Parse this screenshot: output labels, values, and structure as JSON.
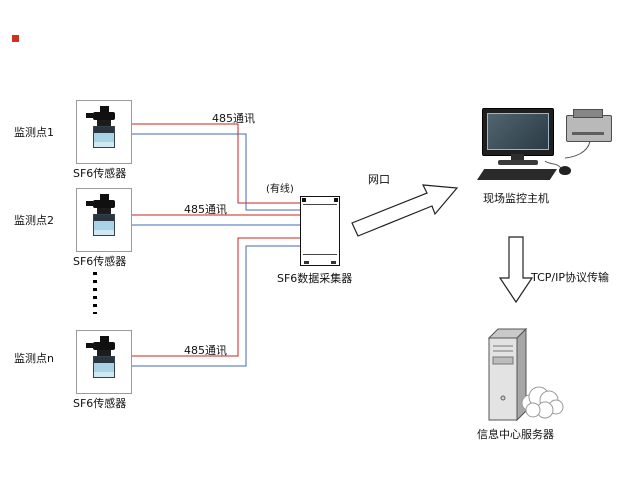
{
  "diagram": {
    "points": [
      {
        "name": "监测点1",
        "sensor": "SF6传感器",
        "bus": "485通讯"
      },
      {
        "name": "监测点2",
        "sensor": "SF6传感器",
        "bus": "485通讯"
      },
      {
        "name": "监测点n",
        "sensor": "SF6传感器",
        "bus": "485通讯"
      }
    ],
    "collector": {
      "label": "SF6数据采集器",
      "wired": "(有线)"
    },
    "links": {
      "network_port": "网口",
      "tcp": "TCP/IP协议传输"
    },
    "host": {
      "label": "现场监控主机"
    },
    "server": {
      "label": "信息中心服务器"
    },
    "colors": {
      "bus_red": "#cc2222",
      "bus_blue": "#4169b8"
    }
  }
}
